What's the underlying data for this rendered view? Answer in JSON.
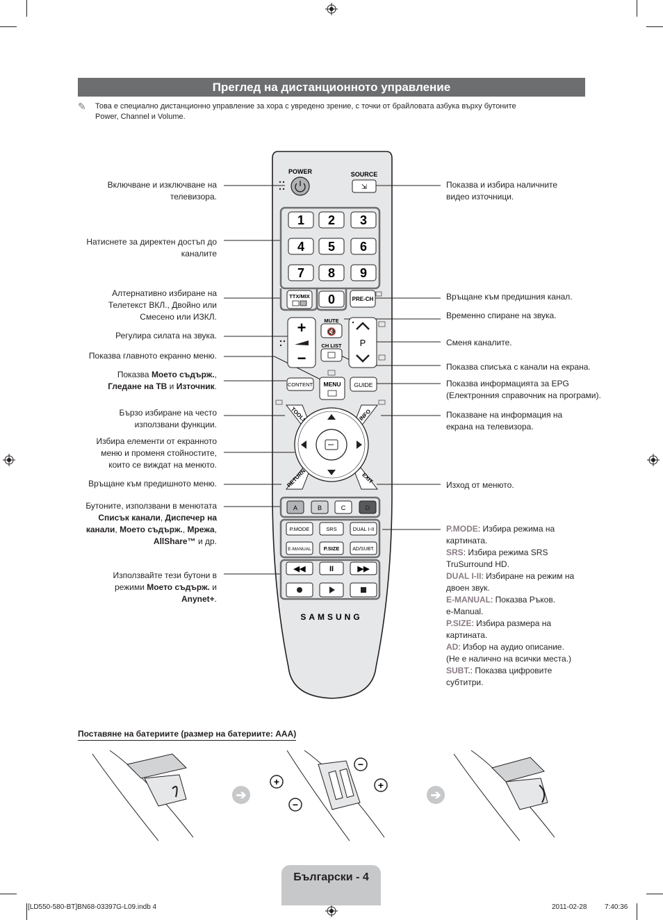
{
  "section_title": "Преглед на дистанционното управление",
  "note": {
    "icon": "pencil-note-icon",
    "line1": "Това е специално дистанционно управление за хора с увредено зрение, с точки от брайловата азбука върху бутоните",
    "line2": "Power, Channel и Volume."
  },
  "remote": {
    "power": "POWER",
    "source": "SOURCE",
    "digits": [
      "1",
      "2",
      "3",
      "4",
      "5",
      "6",
      "7",
      "8",
      "9",
      "0"
    ],
    "ttx": "TTX/MIX",
    "prech": "PRE-CH",
    "mute": "MUTE",
    "chlist": "CH LIST",
    "ch_p": "P",
    "content": "CONTENT",
    "menu": "MENU",
    "guide": "GUIDE",
    "tools": "TOOLS",
    "info": "INFO",
    "return": "RETURN",
    "exit": "EXIT",
    "color_a": "A",
    "color_b": "B",
    "color_c": "C",
    "color_d": "D",
    "pmode": "P.MODE",
    "srs": "SRS",
    "dual": "DUAL I-II",
    "emanual": "E-MANUAL",
    "psize": "P.SIZE",
    "adsubt": "AD/SUBT.",
    "brand": "SAMSUNG"
  },
  "labels_left": {
    "power_1": "Включване и изключване на",
    "power_2": "телевизора.",
    "digits_1": "Натиснете за директен достъп до",
    "digits_2": "каналите",
    "ttx_1": "Алтернативно избиране на",
    "ttx_2": "Телетекст ВКЛ., Двойно или",
    "ttx_3": "Смесено или ИЗКЛ.",
    "volume": "Регулира силата на звука.",
    "menu": "Показва главното екранно меню.",
    "content_pre": "Показва ",
    "content_b1": "Моето съдърж.",
    "content_comma": ",",
    "content_b2": "Гледане на ТВ",
    "content_and": " и ",
    "content_b3": "Източник",
    "content_end": ".",
    "tools_1": "Бързо избиране на често",
    "tools_2": "използвани функции.",
    "nav_1": "Избира елементи от екранното",
    "nav_2": "меню и променя стойностите,",
    "nav_3": "които се виждат на менюто.",
    "return": "Връщане към предишното меню.",
    "color_1": "Бутоните, използвани в менютата",
    "color_b1": "Списък канали",
    "color_c1": ", ",
    "color_b2": "Диспечер на",
    "color_b3": "канали",
    "color_c2": ", ",
    "color_b4": "Моето съдърж.",
    "color_c3": ", ",
    "color_b5": "Мрежа",
    "color_c4": ",",
    "color_b6": "AllShare™",
    "color_end": " и др.",
    "media_1": "Използвайте тези бутони в",
    "media_pre": "режими ",
    "media_b1": "Моето съдърж.",
    "media_and": " и",
    "media_b2": "Anynet+",
    "media_end": "."
  },
  "labels_right": {
    "source_1": "Показва и избира наличните",
    "source_2": "видео източници.",
    "prech": "Връщане към предишния канал.",
    "mute": "Временно спиране на звука.",
    "channel": "Сменя каналите.",
    "chlist": "Показва списъка с канали на екрана.",
    "guide_1": "Показва информацията за EPG",
    "guide_2": "(Електронния справочник на програми).",
    "info_1": "Показване на информация на",
    "info_2": "екрана на телевизора.",
    "exit": "Изход от менюто.",
    "pmode_k": "P.MODE",
    "pmode_1": ": Избира режима на",
    "pmode_2": "картината.",
    "srs_k": "SRS",
    "srs_1": ": Избира режима SRS",
    "srs_2": "TruSurround HD.",
    "dual_k": "DUAL I-II",
    "dual_1": ": Избиране на режим на",
    "dual_2": "двоен звук.",
    "emanual_k": "E-MANUAL",
    "emanual_1": ": Показва Ръков.",
    "emanual_2": "e-Manual.",
    "psize_k": "P.SIZE",
    "psize_1": ": Избира размера на",
    "psize_2": "картината.",
    "ad_k": "AD",
    "ad_1": ": Избор на аудио описание.",
    "ad_2": "(Не е налично на всички места.)",
    "subt_k": "SUBT.",
    "subt_1": ": Показва цифровите",
    "subt_2": "субтитри."
  },
  "battery": {
    "heading": "Поставяне на батериите (размер на батериите: ААА)",
    "arrow_icon": "right-arrow-icon"
  },
  "page_tab": "Български - 4",
  "footer": {
    "file": "[LD550-580-BT]BN68-03397G-L09.indb   4",
    "date": "2011-02-28",
    "time": "7:40:36"
  },
  "colors": {
    "title_bar": "#6d6e70",
    "keyword": "#8a7b85",
    "remote_body": "#e6e7e8",
    "page_tab": "#c7c8ca"
  }
}
